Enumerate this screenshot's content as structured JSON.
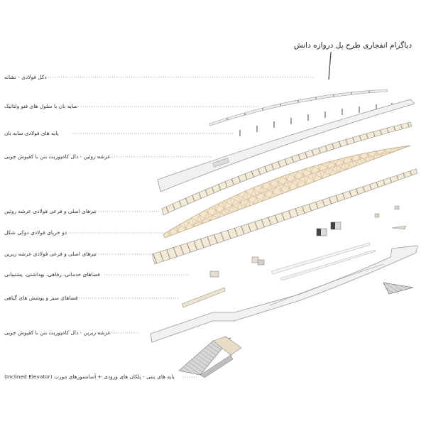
{
  "title": "دیاگرام انفجاری طرح پل دروازه دانش",
  "labels": [
    "دکل فولادی - نشانه",
    "سایه بان با سلول های فتو ولتائیک",
    "پایه های فولادی سایه بان",
    "عرشه روئین - دال کامپوزیت بتن با کفپوش چوبی",
    "تیرهای اصلی و فرعی فولادی عرشه روئین",
    "دو خرپای فولادی دوکی شکل",
    "تیرهای اصلی و فرعی فولادی عرشه زیرین",
    "فضاهای خدماتی، رفاهی، بهداشتی، پشتیبانی",
    "فضاهای سبز و پوشش های گیاهی",
    "عرشه زیرین - دال کامپوزیت بتن با کفپوش چوبی",
    "پایه های بتنی - پلکان های ورودی + آسانسورهای مورب (Inclined Elevator)"
  ],
  "colors": {
    "text": "#333333",
    "leader": "#888888",
    "slab_fill": "#f1f1f1",
    "slab_stroke": "#9a9a9a",
    "wood": "#efe3cc",
    "steel": "#555555"
  }
}
